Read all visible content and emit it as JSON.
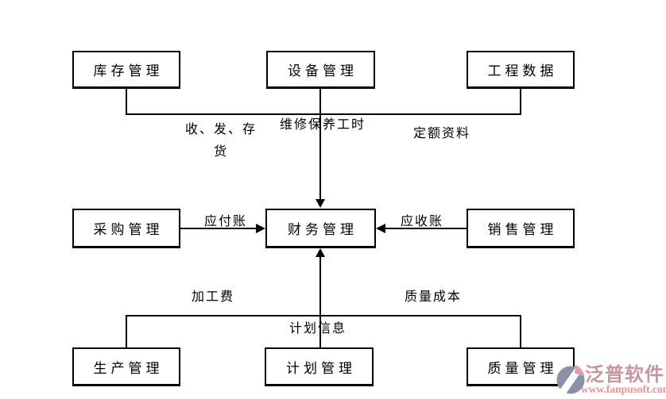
{
  "diagram": {
    "nodes": {
      "inventory": {
        "label": "库存管理"
      },
      "equipment": {
        "label": "设备管理"
      },
      "engineering": {
        "label": "工程数据"
      },
      "procurement": {
        "label": "采购管理"
      },
      "finance": {
        "label": "财务管理"
      },
      "sales": {
        "label": "销售管理"
      },
      "production": {
        "label": "生产管理"
      },
      "planning": {
        "label": "计划管理"
      },
      "quality": {
        "label": "质量管理"
      }
    },
    "edge_labels": {
      "receipt_issue_stock": "收、发、存货",
      "maintenance_hours": "维修保养工时",
      "quota_data": "定额资料",
      "accounts_payable": "应付账",
      "accounts_receivable": "应收账",
      "processing_fee": "加工费",
      "quality_cost": "质量成本",
      "plan_info": "计划信息"
    }
  },
  "watermark": {
    "brand": "泛普软件",
    "url": "www.fanpusoft.com"
  },
  "colors": {
    "line": "#000000",
    "background": "#ffffff",
    "brand_pink": "#c696a0",
    "url_pink": "#ec9196",
    "icon_gray": "#8a92a6",
    "icon_pink": "#dfa0ab"
  }
}
